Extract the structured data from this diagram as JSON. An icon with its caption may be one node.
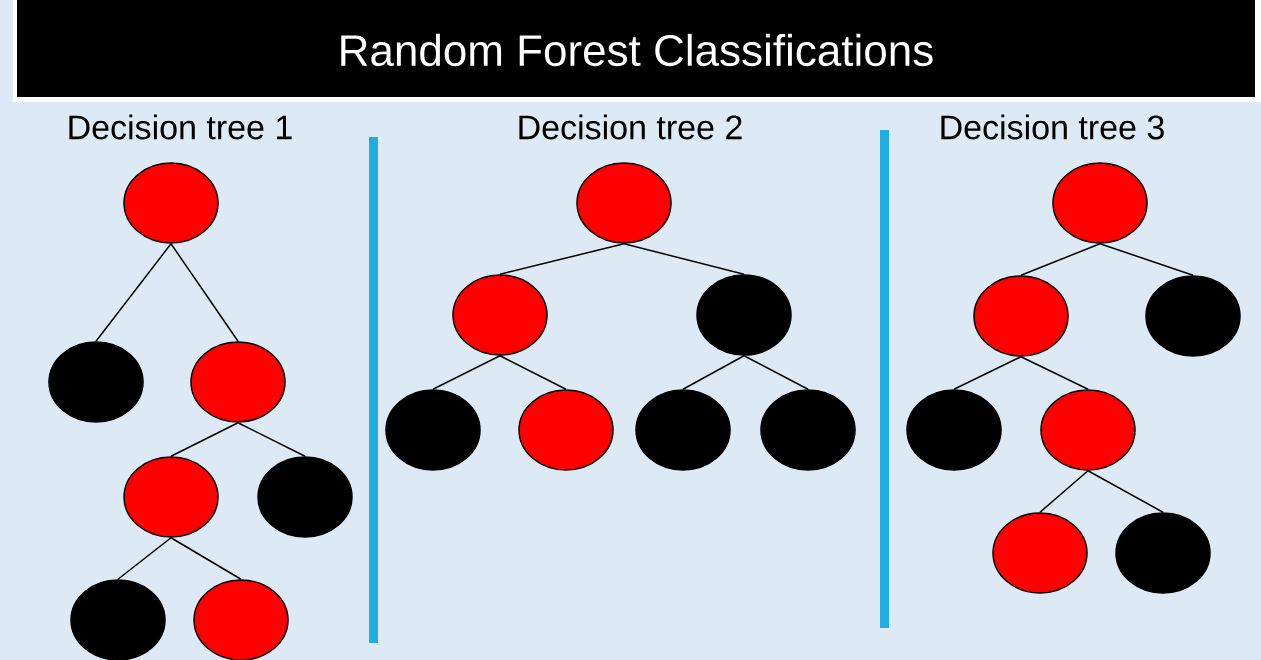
{
  "diagram": {
    "title": "Random Forest Classifications",
    "nodes": [
      {
        "text": [],
        "shape": "circle"
      },
      {
        "text": [],
        "shape": "circle"
      },
      {
        "text": [],
        "shape": "circle"
      },
      {
        "text": [],
        "shape": "circle"
      },
      {
        "text": [],
        "shape": "circle"
      },
      {
        "text": [],
        "shape": "circle"
      },
      {
        "text": [],
        "shape": "circle"
      },
      {
        "text": [],
        "shape": "circle"
      },
      {
        "text": [],
        "shape": "circle"
      },
      {
        "text": [],
        "shape": "circle"
      },
      {
        "text": [],
        "shape": "circle"
      },
      {
        "text": [],
        "shape": "circle"
      },
      {
        "text": [],
        "shape": "circle"
      },
      {
        "text": [],
        "shape": "circle"
      },
      {
        "text": [],
        "shape": "circle"
      },
      {
        "text": [],
        "shape": "circle"
      },
      {
        "text": [],
        "shape": "circle"
      },
      {
        "text": [],
        "shape": "circle"
      },
      {
        "text": [],
        "shape": "circle"
      },
      {
        "text": [],
        "shape": "circle"
      },
      {
        "text": [],
        "shape": "circle"
      }
    ],
    "edges": [
      {
        "from": 0,
        "to": 1,
        "arrow": "none"
      },
      {
        "from": 0,
        "to": 2,
        "arrow": "none"
      },
      {
        "from": 2,
        "to": 3,
        "arrow": "none"
      },
      {
        "from": 2,
        "to": 4,
        "arrow": "none"
      },
      {
        "from": 3,
        "to": 5,
        "arrow": "none"
      },
      {
        "from": 3,
        "to": 6,
        "arrow": "none"
      },
      {
        "from": 7,
        "to": 8,
        "arrow": "none"
      },
      {
        "from": 7,
        "to": 9,
        "arrow": "none"
      },
      {
        "from": 8,
        "to": 10,
        "arrow": "none"
      },
      {
        "from": 8,
        "to": 11,
        "arrow": "none"
      },
      {
        "from": 9,
        "to": 12,
        "arrow": "none"
      },
      {
        "from": 9,
        "to": 13,
        "arrow": "none"
      },
      {
        "from": 14,
        "to": 15,
        "arrow": "none"
      },
      {
        "from": 14,
        "to": 16,
        "arrow": "none"
      },
      {
        "from": 15,
        "to": 17,
        "arrow": "none"
      },
      {
        "from": 15,
        "to": 18,
        "arrow": "none"
      },
      {
        "from": 18,
        "to": 19,
        "arrow": "none"
      },
      {
        "from": 18,
        "to": 20,
        "arrow": "none"
      }
    ],
    "labels": [
      "Decision tree 1",
      "Decision tree 2",
      "Decision tree 3"
    ]
  }
}
